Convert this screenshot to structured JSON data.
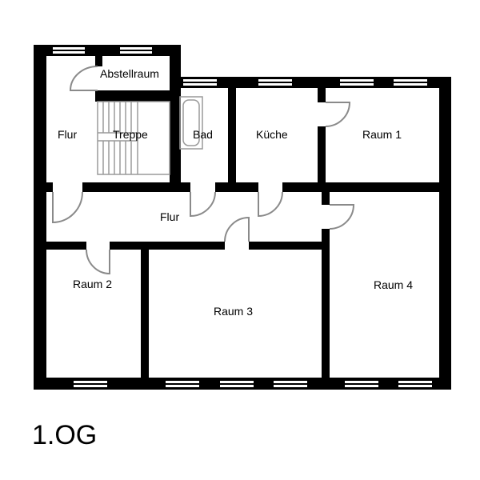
{
  "floor_plan": {
    "floor_label": "1.OG",
    "colors": {
      "wall": "#000000",
      "door_arc": "#8a8a8a",
      "fixture": "#9a9a9a",
      "background": "#ffffff"
    },
    "rooms": [
      {
        "id": "flur-left",
        "label": "Flur"
      },
      {
        "id": "abstellraum",
        "label": "Abstellraum"
      },
      {
        "id": "treppe",
        "label": "Treppe"
      },
      {
        "id": "bad",
        "label": "Bad"
      },
      {
        "id": "kueche",
        "label": "Küche"
      },
      {
        "id": "raum-1",
        "label": "Raum 1"
      },
      {
        "id": "flur-corridor",
        "label": "Flur"
      },
      {
        "id": "raum-2",
        "label": "Raum 2"
      },
      {
        "id": "raum-3",
        "label": "Raum 3"
      },
      {
        "id": "raum-4",
        "label": "Raum 4"
      }
    ]
  }
}
